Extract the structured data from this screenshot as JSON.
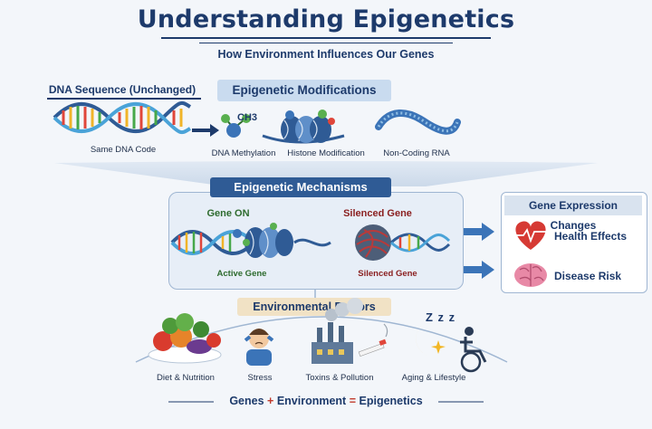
{
  "title": "Understanding Epigenetics",
  "subtitle": "How Environment Influences Our Genes",
  "dna_sequence": {
    "label": "DNA Sequence (Unchanged)",
    "caption": "Same DNA Code"
  },
  "modifications": {
    "banner": "Epigenetic Modifications",
    "ch3_label": "CH3",
    "items": [
      "DNA Methylation",
      "Histone Modification",
      "Non-Coding RNA"
    ]
  },
  "mechanisms": {
    "banner": "Epigenetic Mechanisms",
    "gene_on": "Gene ON",
    "silenced_gene": "Silenced Gene",
    "active_caption": "Active Gene",
    "silenced_caption": "Silenced Gene"
  },
  "expression": {
    "banner": "Gene Expression Changes",
    "items": [
      "Health Effects",
      "Disease Risk"
    ]
  },
  "environment": {
    "banner": "Environmental Factors",
    "zzz": "Z z z",
    "items": [
      "Diet & Nutrition",
      "Stress",
      "Toxins & Pollution",
      "Aging & Lifestyle"
    ]
  },
  "equation": {
    "genes": "Genes",
    "plus": "+",
    "environment": "Environment",
    "equals": "=",
    "epigenetics": "Epigenetics"
  },
  "colors": {
    "navy": "#1d3a6b",
    "banner_blue": "#2f5b95",
    "red": "#c0392b",
    "green": "#2e6b2e"
  }
}
